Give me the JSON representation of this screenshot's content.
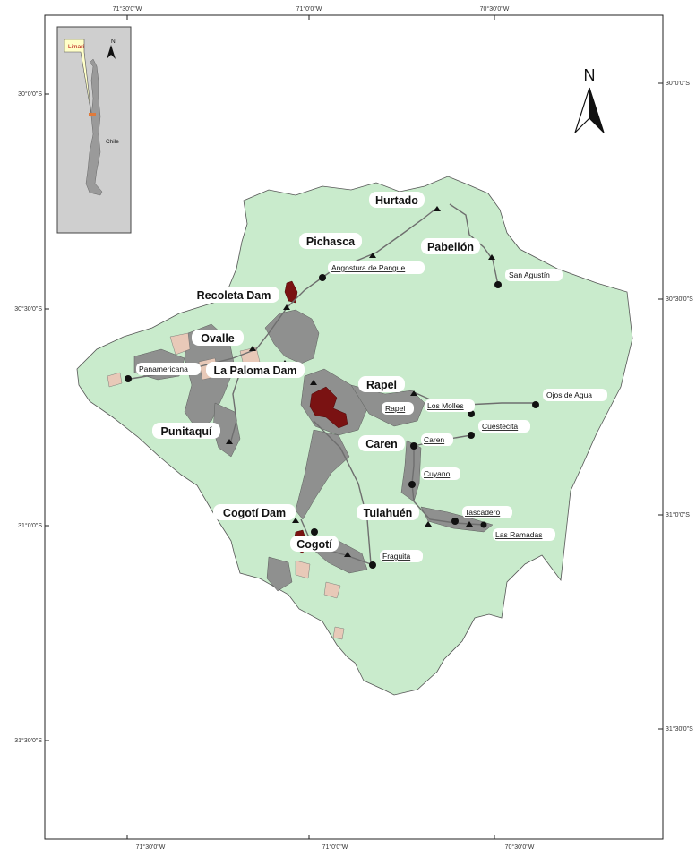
{
  "frame": {
    "ticks_top": [
      "71°30'0\"W",
      "71°0'0\"W",
      "70°30'0\"W"
    ],
    "ticks_bottom": [
      "71°30'0\"W",
      "71°0'0\"W",
      "70°30'0\"W"
    ],
    "ticks_left": [
      "30°0'0\"S",
      "30°30'0\"S",
      "31°0'0\"S",
      "31°30'0\"S"
    ],
    "ticks_right": [
      "30°0'0\"S",
      "30°30'0\"S",
      "31°0'0\"S",
      "31°30'0\"S"
    ]
  },
  "north_arrow": {
    "label": "N"
  },
  "inset": {
    "box_label": "Limarí",
    "country": "Chile",
    "north": "N"
  },
  "colors": {
    "basin": "#c9ebcc",
    "reservoir": "#7a1212",
    "irrigated": "#8c8c8c",
    "soil": "#e8c9b8",
    "inset_bg": "#cfcfcf",
    "inset_callout": "#ffffc8"
  },
  "localities": [
    "Hurtado",
    "Pichasca",
    "Pabellón",
    "Recoleta Dam",
    "Ovalle",
    "La Paloma Dam",
    "Rapel",
    "Punitaquí",
    "Caren",
    "Cogotí Dam",
    "Tulahuén",
    "Cogotí"
  ],
  "stations": [
    "Angostura de Pangue",
    "San Agustín",
    "Panamericana",
    "Los Molles",
    "Rapel",
    "Ojos de Agua",
    "Cuestecita",
    "Caren",
    "Cuyano",
    "Tascadero",
    "Las Ramadas",
    "Fraguita"
  ]
}
